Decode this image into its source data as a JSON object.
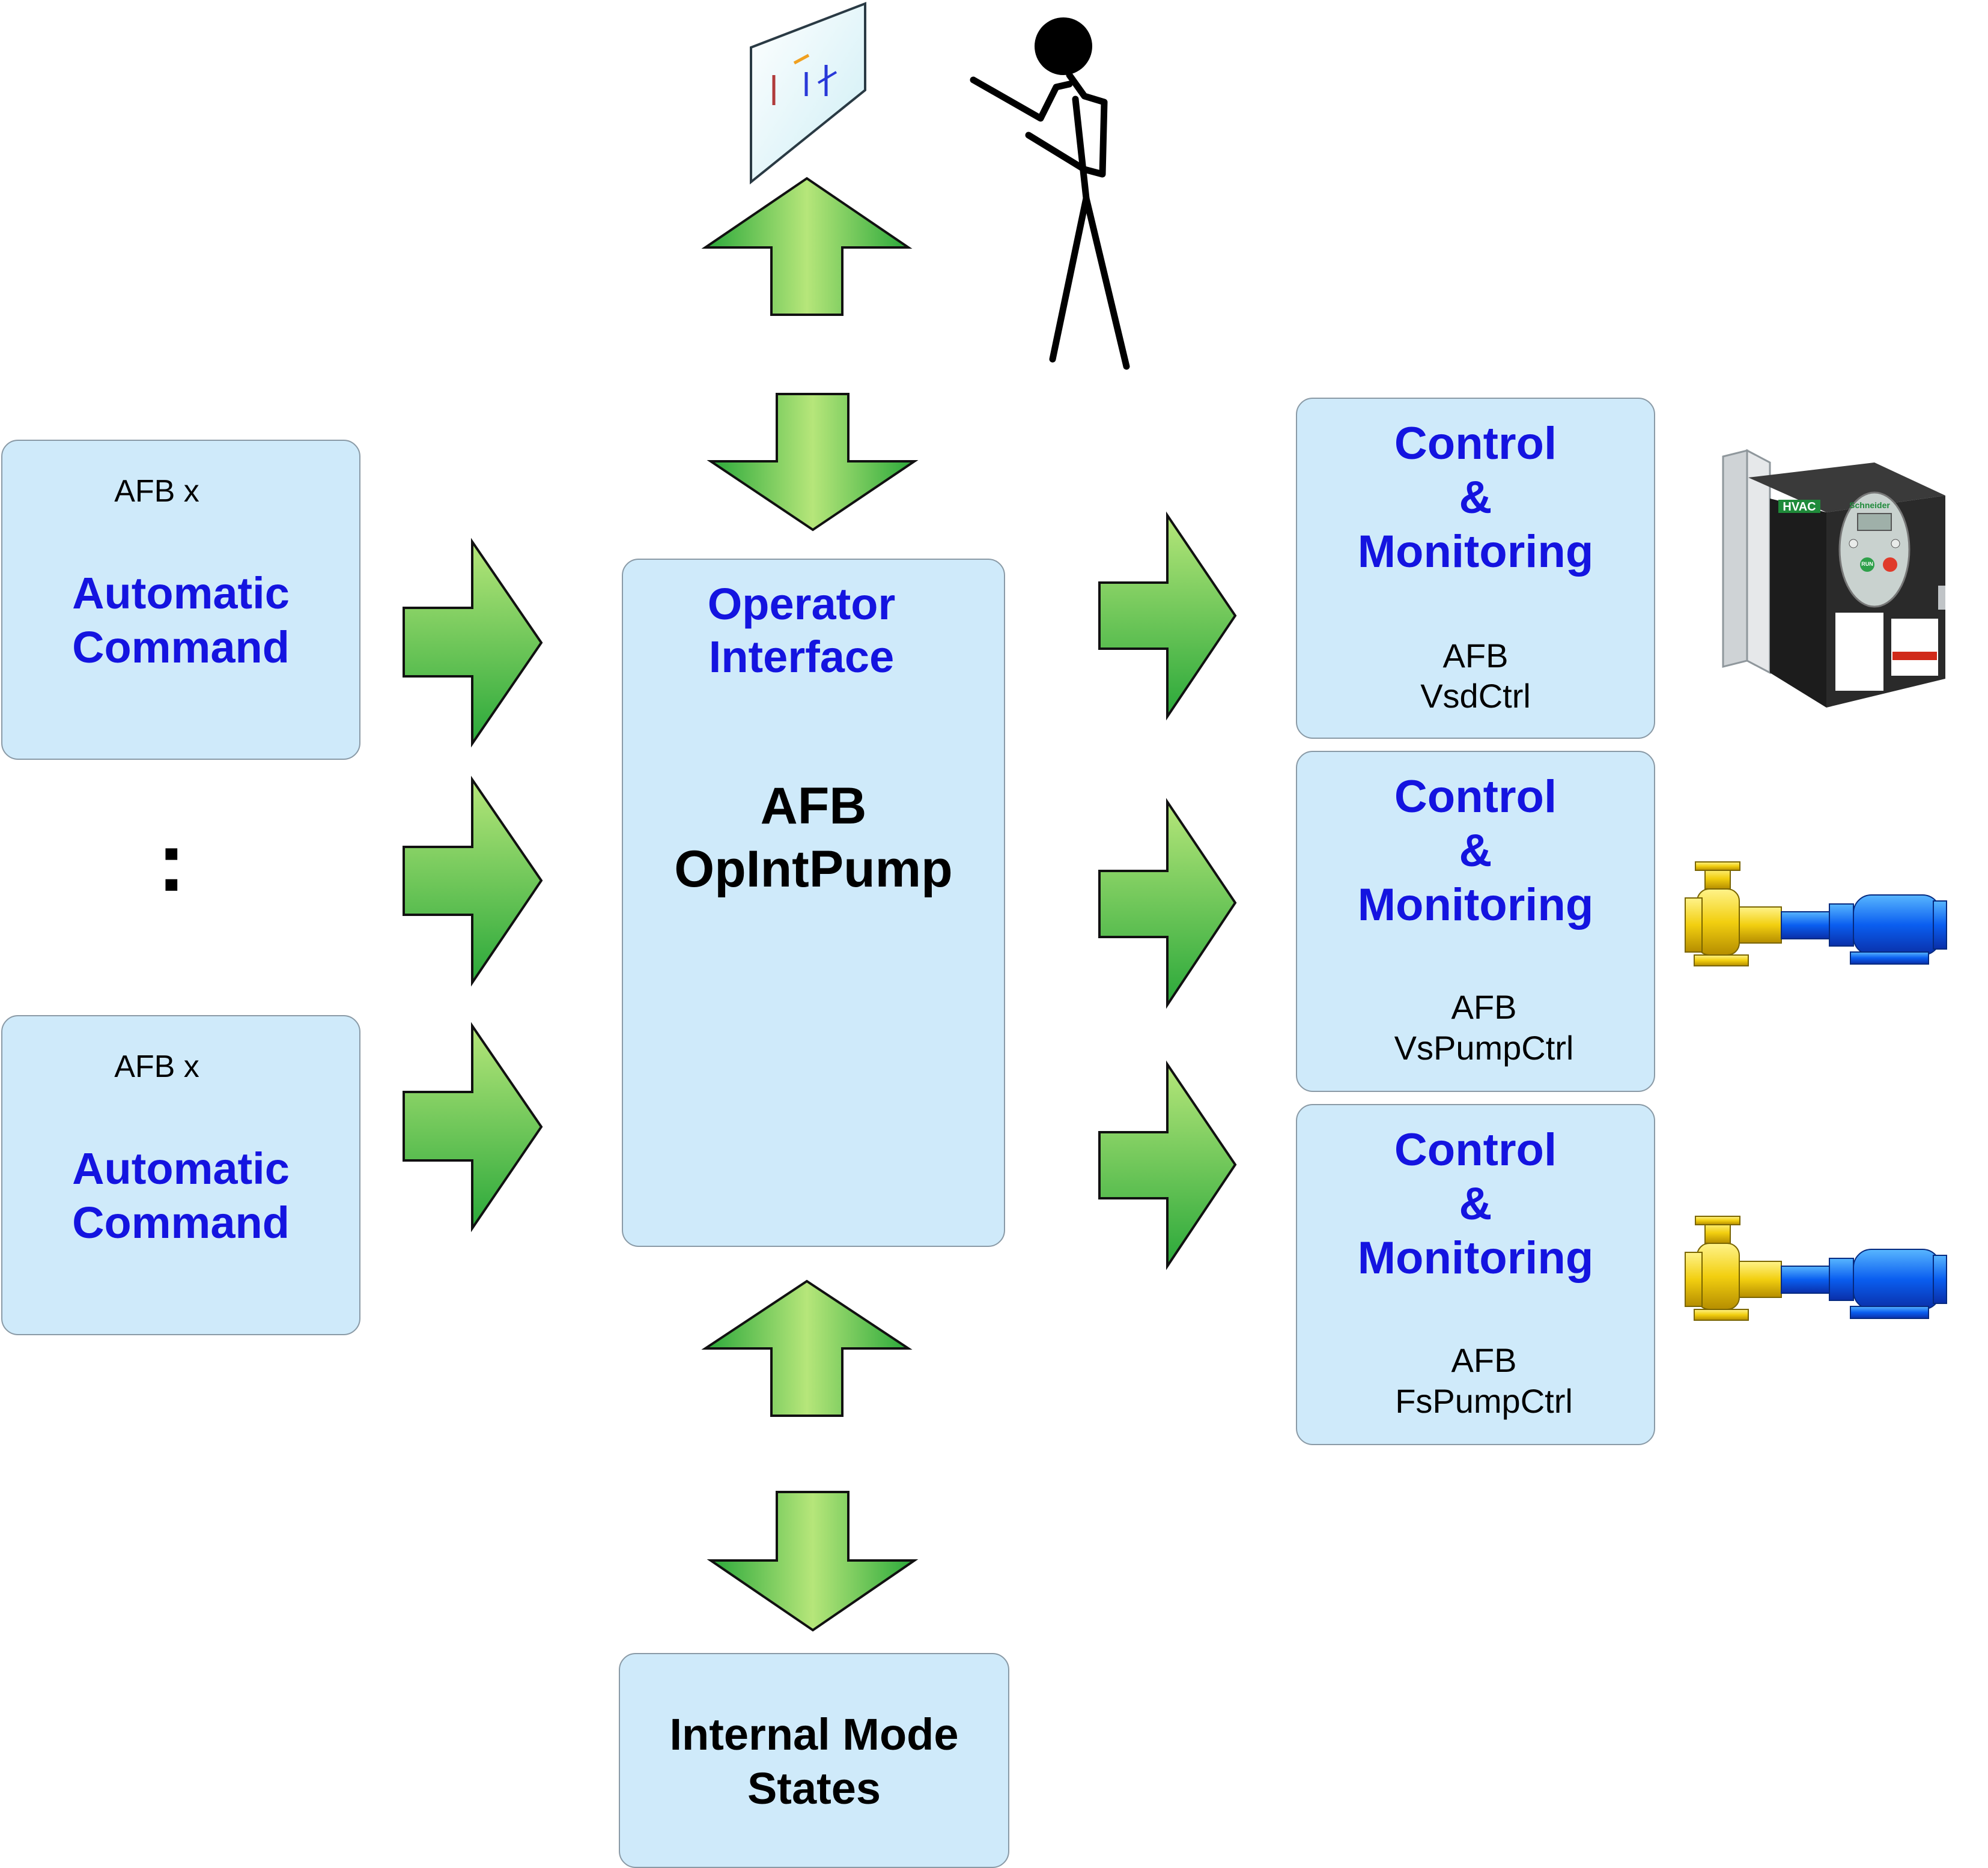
{
  "left_boxes": [
    {
      "header": "AFB x",
      "title_line1": "Automatic",
      "title_line2": "Command"
    },
    {
      "header": "AFB x",
      "title_line1": "Automatic",
      "title_line2": "Command"
    }
  ],
  "ellipsis": ":",
  "center": {
    "title_line1": "Operator",
    "title_line2": "Interface",
    "name_line1": "AFB",
    "name_line2": "OpIntPump"
  },
  "bottom_box": {
    "line1": "Internal Mode",
    "line2": "States"
  },
  "right_boxes": [
    {
      "line1": "Control",
      "line2": "&",
      "line3": "Monitoring",
      "afb": "AFB",
      "name": "VsdCtrl"
    },
    {
      "line1": "Control",
      "line2": "&",
      "line3": "Monitoring",
      "afb": "AFB",
      "name": "VsPumpCtrl"
    },
    {
      "line1": "Control",
      "line2": "&",
      "line3": "Monitoring",
      "afb": "AFB",
      "name": "FsPumpCtrl"
    }
  ],
  "drive_device": {
    "brand": "HVAC",
    "maker": "Schneider",
    "button_run": "RUN"
  },
  "colors": {
    "box_fill": "#cfeafa",
    "title_blue": "#1414e0",
    "arrow_green_dark": "#2aa83a",
    "arrow_green_light": "#b6e67a"
  }
}
